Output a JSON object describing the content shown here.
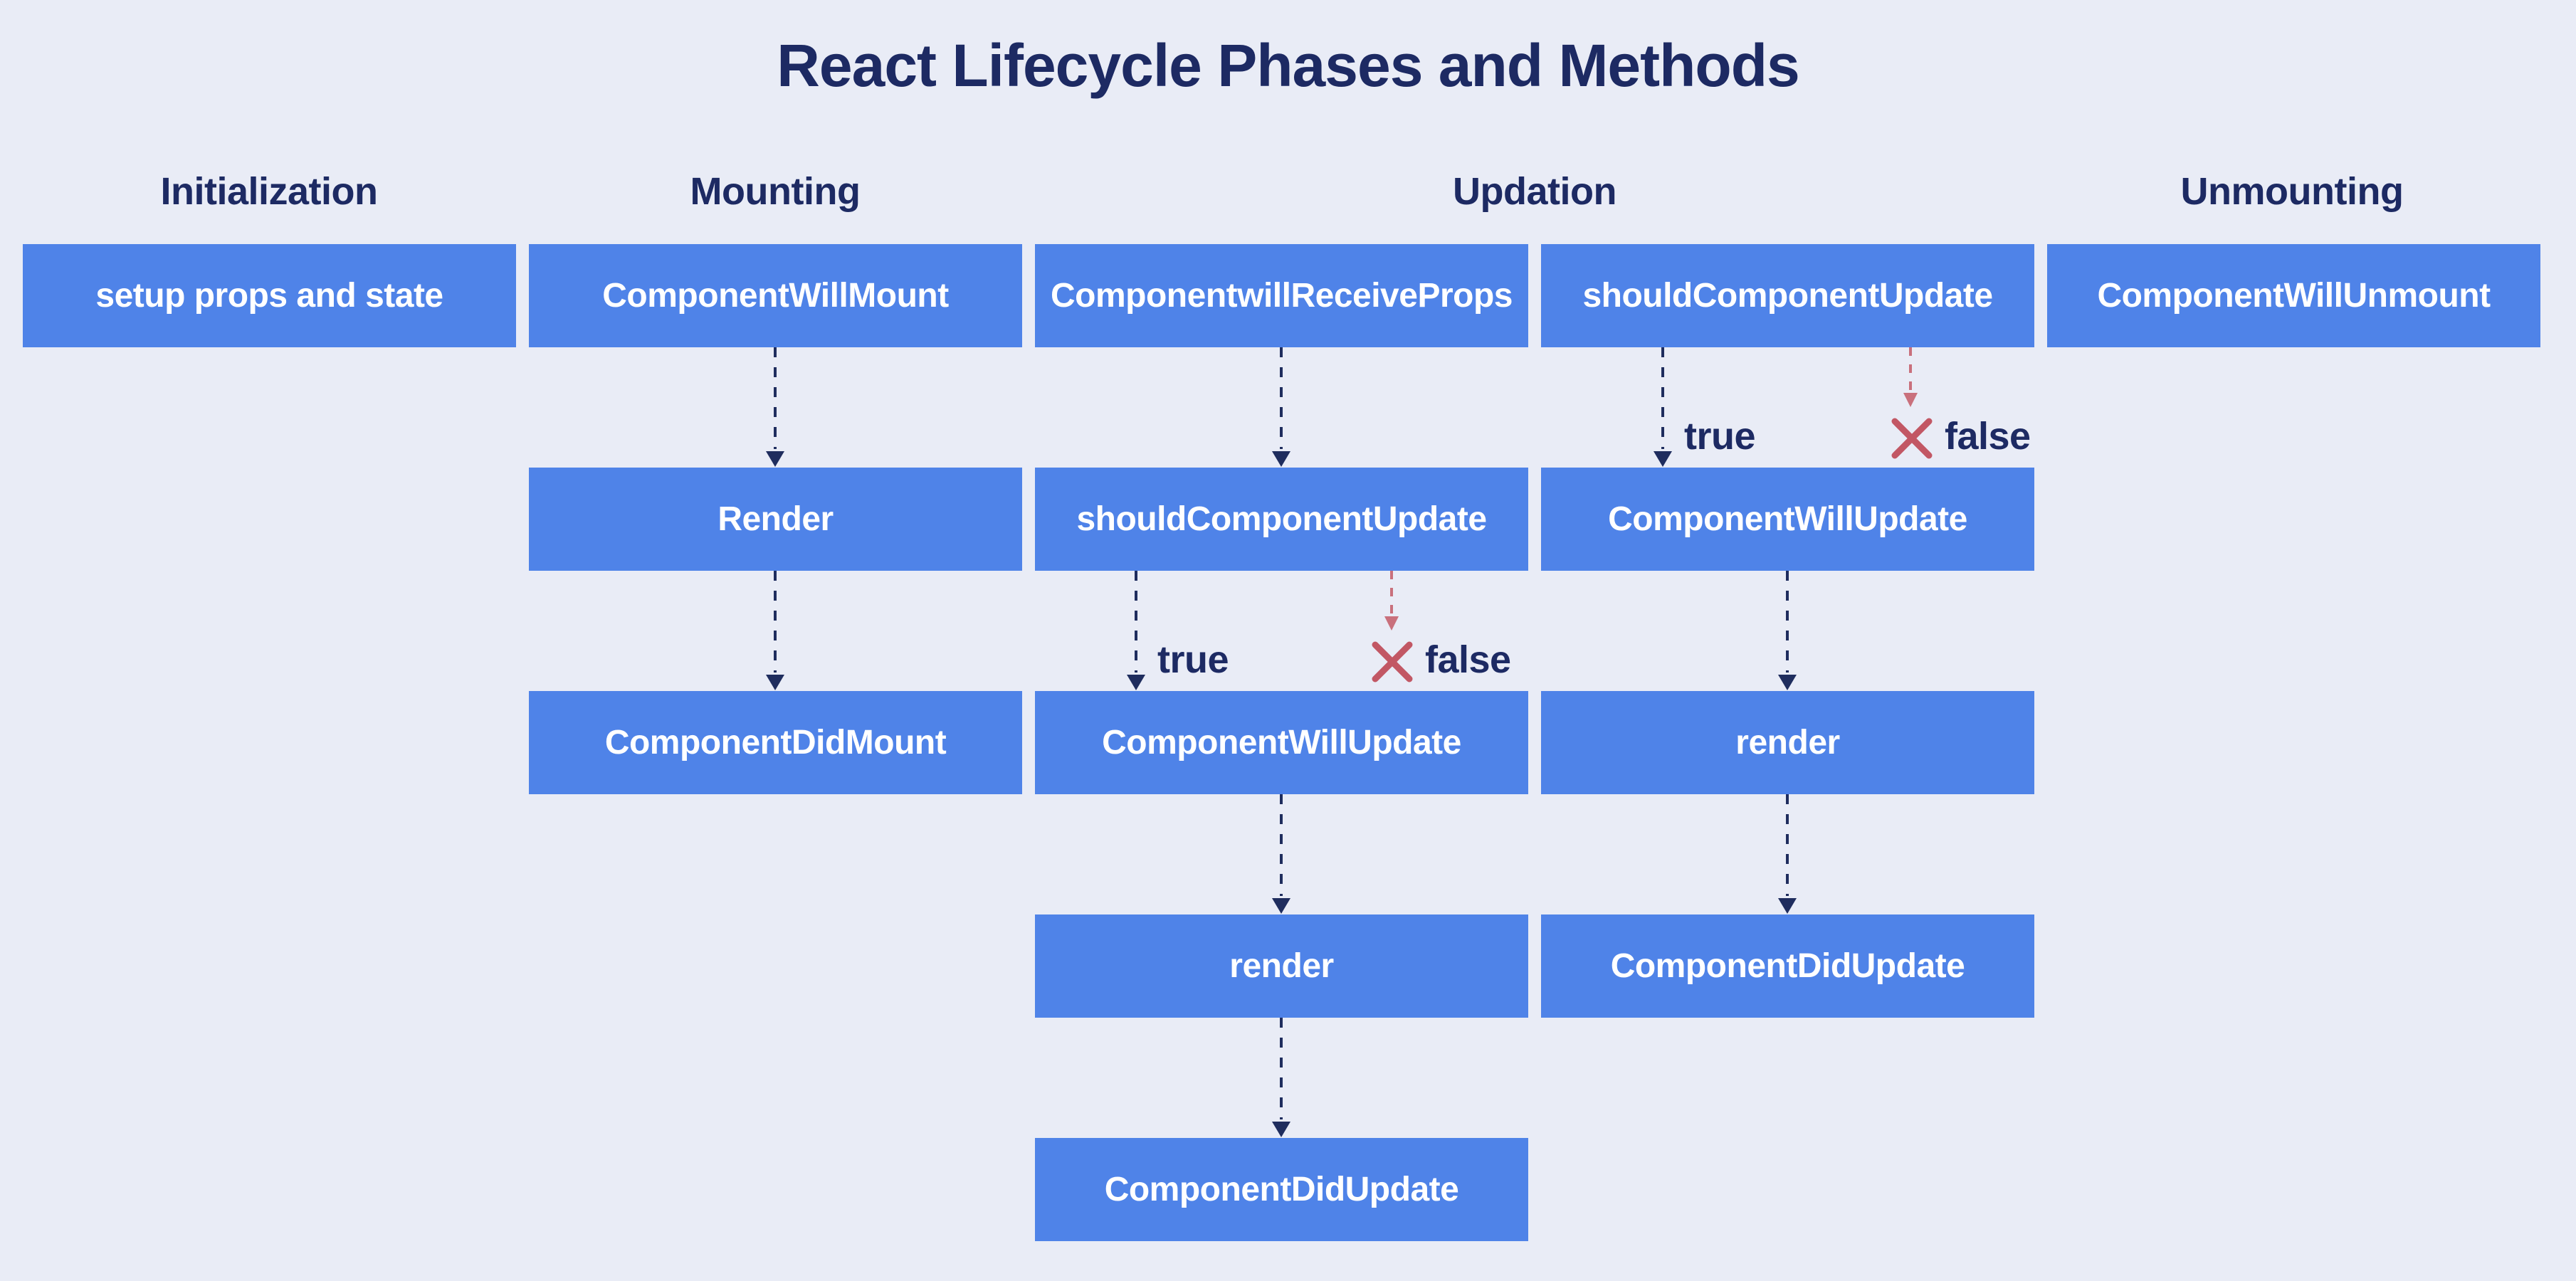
{
  "title": "React Lifecycle Phases and Methods",
  "phase_headers": [
    {
      "label": "Initialization"
    },
    {
      "label": "Mounting"
    },
    {
      "label": "Updation"
    },
    {
      "label": "Unmounting"
    }
  ],
  "branch_labels": {
    "true_label": "true",
    "false_label": "false"
  },
  "nodes": [
    {
      "phase": "Initialization",
      "label": "setup props and state"
    },
    {
      "phase": "Mounting",
      "label": "ComponentWillMount"
    },
    {
      "phase": "Updation",
      "label": "ComponentwillReceiveProps"
    },
    {
      "phase": "Updation",
      "label": "shouldComponentUpdate"
    },
    {
      "phase": "Unmounting",
      "label": "ComponentWillUnmount"
    },
    {
      "phase": "Mounting",
      "label": "Render"
    },
    {
      "phase": "Updation",
      "label": "shouldComponentUpdate"
    },
    {
      "phase": "Updation",
      "label": "ComponentWillUpdate"
    },
    {
      "phase": "Mounting",
      "label": "ComponentDidMount"
    },
    {
      "phase": "Updation",
      "label": "ComponentWillUpdate"
    },
    {
      "phase": "Updation",
      "label": "render"
    },
    {
      "phase": "Updation",
      "label": "render"
    },
    {
      "phase": "Updation",
      "label": "ComponentDidUpdate"
    },
    {
      "phase": "Updation",
      "label": "ComponentDidUpdate"
    }
  ],
  "colors": {
    "background": "#e9ecf6",
    "box": "#4f83e8",
    "navy": "#1d2a63",
    "arrow_navy": "#1f2d5e",
    "red_cross": "#c25764",
    "red_arrow": "#c9707c"
  }
}
